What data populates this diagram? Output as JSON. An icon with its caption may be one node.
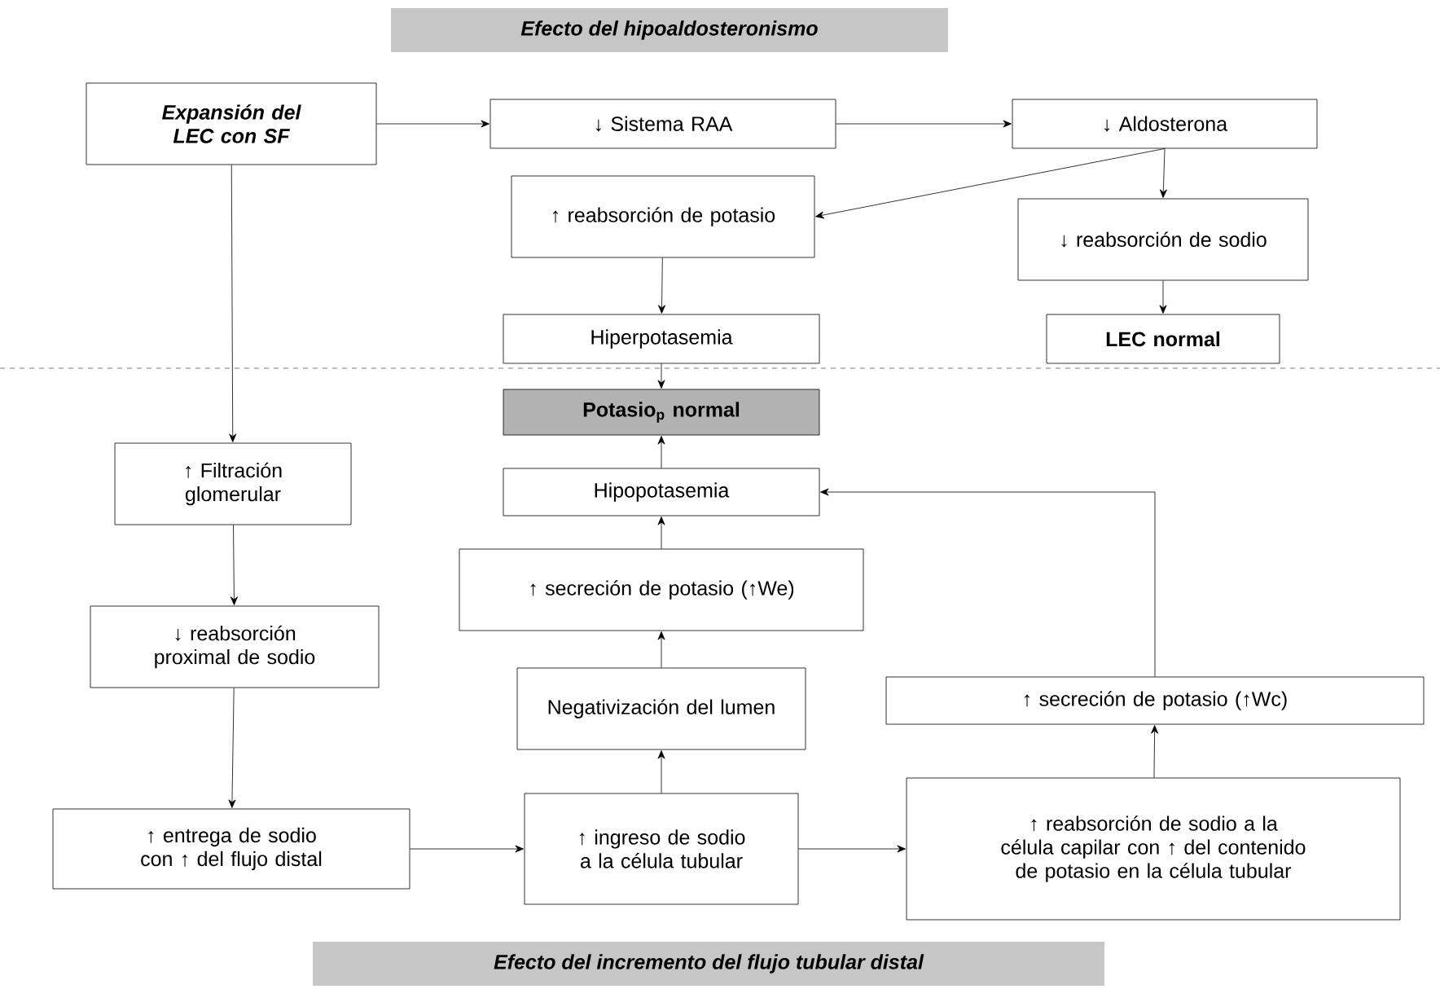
{
  "diagram": {
    "title": "Efecto del hipoaldosteronismo",
    "caption": "Efecto del incremento del flujo tubular distal",
    "nodes": [
      {
        "text": [
          "Expansión del LEC con SF"
        ]
      },
      {
        "text": [
          "↓ Sistema RAA"
        ]
      },
      {
        "text": [
          "↓ Aldosterona"
        ]
      },
      {
        "text": [
          "↑ reabsorción de potasio"
        ]
      },
      {
        "text": [
          "↓ reabsorción de sodio"
        ]
      },
      {
        "text": [
          "Hiperpotasemia"
        ]
      },
      {
        "text": [
          "LEC normal"
        ]
      },
      {
        "text": [
          "Potasio$_{p}$ normal"
        ]
      },
      {
        "text": [
          "↑ Filtración glomerular"
        ]
      },
      {
        "text": [
          "Hipopotasemia"
        ]
      },
      {
        "text": [
          "↑ secreción de potasio (↑We)"
        ]
      },
      {
        "text": [
          "↓ reabsorción proximal de sodio"
        ]
      },
      {
        "text": [
          "Negativización del lumen"
        ]
      },
      {
        "text": [
          "↑ secreción de potasio (↑Wc)"
        ]
      },
      {
        "text": [
          "↑ entrega de sodio con ↑ del flujo distal"
        ]
      },
      {
        "text": [
          "↑ ingreso de sodio a la célula tubular"
        ]
      },
      {
        "text": [
          "↑ reabsorción de sodio a la célula capilar con ↑ del contenido de potasio en la célula tubular"
        ]
      }
    ],
    "edges": [
      {
        "from": 0,
        "to": 1,
        "arrow": "to"
      },
      {
        "from": 1,
        "to": 2,
        "arrow": "to"
      },
      {
        "from": 2,
        "to": 3,
        "arrow": "to"
      },
      {
        "from": 2,
        "to": 4,
        "arrow": "to"
      },
      {
        "from": 3,
        "to": 5,
        "arrow": "to"
      },
      {
        "from": 4,
        "to": 6,
        "arrow": "to"
      },
      {
        "from": 5,
        "to": 7,
        "arrow": "to"
      },
      {
        "from": 0,
        "to": 8,
        "arrow": "to"
      },
      {
        "from": 8,
        "to": 11,
        "arrow": "to"
      },
      {
        "from": 11,
        "to": 14,
        "arrow": "to"
      },
      {
        "from": 14,
        "to": 15,
        "arrow": "to"
      },
      {
        "from": 15,
        "to": 12,
        "arrow": "to"
      },
      {
        "from": 12,
        "to": 10,
        "arrow": "to"
      },
      {
        "from": 10,
        "to": 9,
        "arrow": "to"
      },
      {
        "from": 9,
        "to": 7,
        "arrow": "to"
      },
      {
        "from": 15,
        "to": 16,
        "arrow": "to"
      },
      {
        "from": 16,
        "to": 13,
        "arrow": "to"
      },
      {
        "from": 13,
        "to": 9,
        "arrow": "to"
      }
    ]
  }
}
